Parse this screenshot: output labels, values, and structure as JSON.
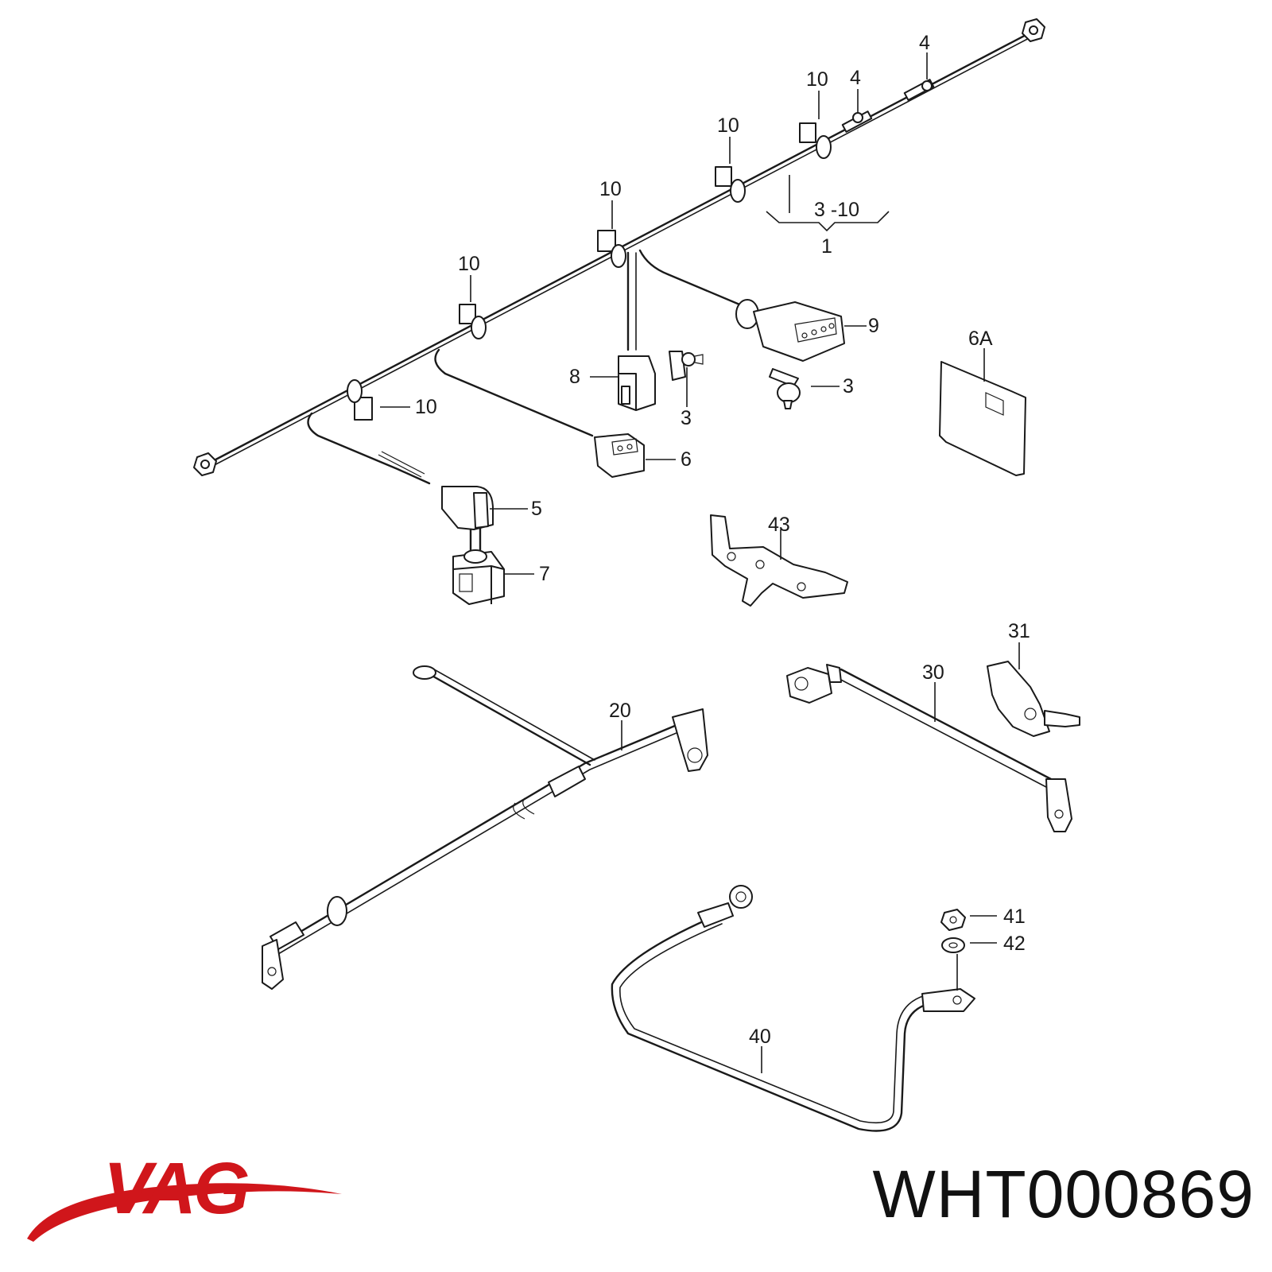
{
  "diagram": {
    "callouts": [
      {
        "id": "c4a",
        "text": "4"
      },
      {
        "id": "c4b",
        "text": "4"
      },
      {
        "id": "c10a",
        "text": "10"
      },
      {
        "id": "c10b",
        "text": "10"
      },
      {
        "id": "c10c",
        "text": "10"
      },
      {
        "id": "c10d",
        "text": "10"
      },
      {
        "id": "c10e",
        "text": "10"
      },
      {
        "id": "c3-10",
        "text": "3 -10"
      },
      {
        "id": "c1",
        "text": "1"
      },
      {
        "id": "c9",
        "text": "9"
      },
      {
        "id": "c8",
        "text": "8"
      },
      {
        "id": "c3a",
        "text": "3"
      },
      {
        "id": "c3b",
        "text": "3"
      },
      {
        "id": "c6A",
        "text": "6A"
      },
      {
        "id": "c6",
        "text": "6"
      },
      {
        "id": "c5",
        "text": "5"
      },
      {
        "id": "c7",
        "text": "7"
      },
      {
        "id": "c43",
        "text": "43"
      },
      {
        "id": "c31",
        "text": "31"
      },
      {
        "id": "c30",
        "text": "30"
      },
      {
        "id": "c20",
        "text": "20"
      },
      {
        "id": "c41",
        "text": "41"
      },
      {
        "id": "c42",
        "text": "42"
      },
      {
        "id": "c40",
        "text": "40"
      }
    ]
  },
  "brand": {
    "logo_text": "VAG",
    "logo_color": "#d0161b"
  },
  "part_number": "WHT000869"
}
